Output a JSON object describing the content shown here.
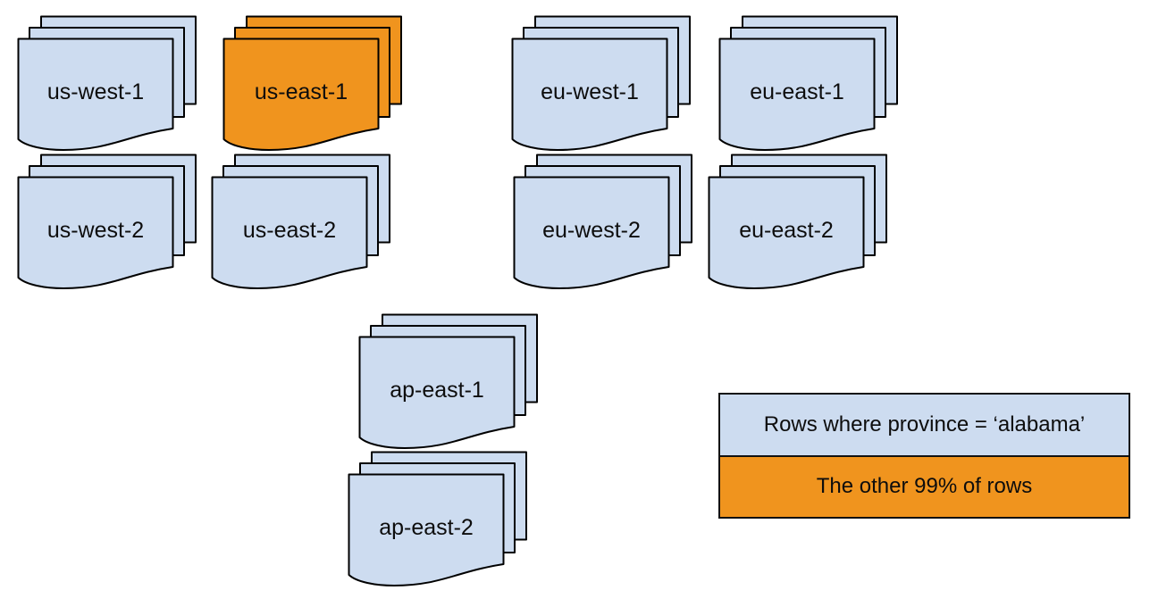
{
  "colors": {
    "region_fill": "#cddcf0",
    "highlight_fill": "#f0941e",
    "stroke": "#000000"
  },
  "stacks": [
    {
      "label": "us-west-1",
      "highlighted": false
    },
    {
      "label": "us-east-1",
      "highlighted": true
    },
    {
      "label": "eu-west-1",
      "highlighted": false
    },
    {
      "label": "eu-east-1",
      "highlighted": false
    },
    {
      "label": "us-west-2",
      "highlighted": false
    },
    {
      "label": "us-east-2",
      "highlighted": false
    },
    {
      "label": "eu-west-2",
      "highlighted": false
    },
    {
      "label": "eu-east-2",
      "highlighted": false
    },
    {
      "label": "ap-east-1",
      "highlighted": false
    },
    {
      "label": "ap-east-2",
      "highlighted": false
    }
  ],
  "legend": {
    "items": [
      {
        "label": "Rows where province = ‘alabama’",
        "color": "#cddcf0"
      },
      {
        "label": "The other 99% of rows",
        "color": "#f0941e"
      }
    ]
  }
}
